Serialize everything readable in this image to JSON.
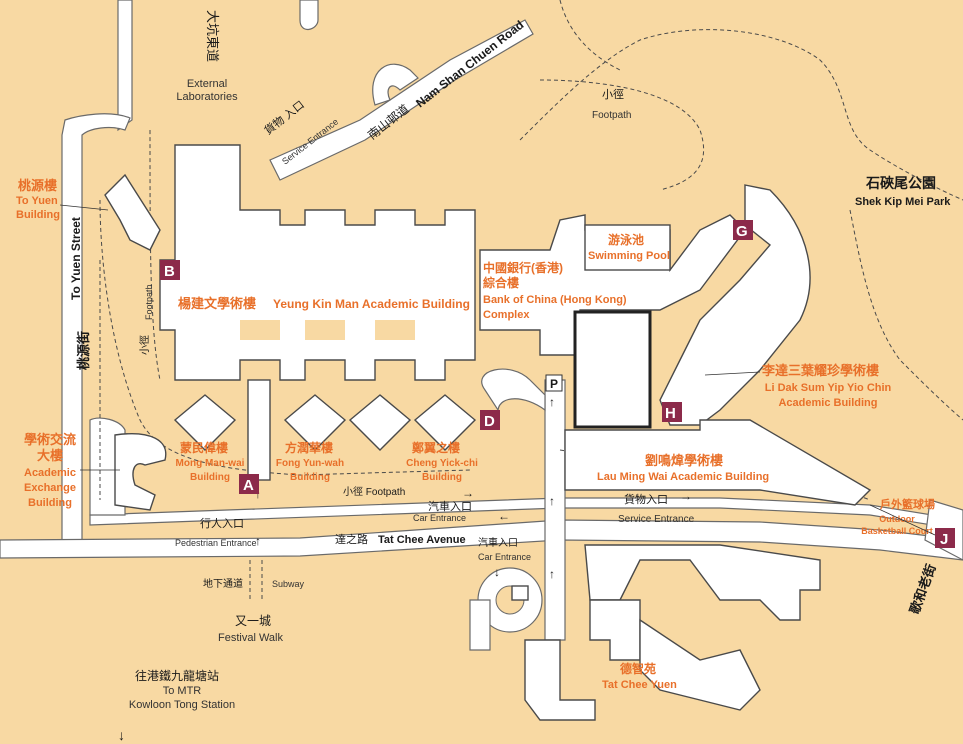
{
  "labels": {
    "tai_hang_tung_road": "大坑東道",
    "nam_shan_chuen_road_zh": "南山邨道",
    "nam_shan_chuen_road_en": "Nam Shan Chuen Road",
    "external_labs": "External\nLaboratories",
    "service_entrance_zh_top": "貨物\n入口",
    "service_entrance_en_top": "Service\nEntrance",
    "footpath_zh_top": "小徑",
    "footpath_en_top": "Footpath",
    "shek_kip_mei_park_zh": "石硤尾公園",
    "shek_kip_mei_park_en": "Shek Kip Mei Park",
    "to_yuen_building_zh": "桃源樓",
    "to_yuen_building_en": "To Yuen\nBuilding",
    "to_yuen_street_zh": "桃源街",
    "to_yuen_street_en": "To Yuen Street",
    "footpath_zh_left": "小徑",
    "footpath_en_left": "Footpath",
    "ykm_zh": "楊建文學術樓",
    "ykm_en": "Yeung Kin Man Academic Building",
    "boc_zh": "中國銀行(香港)\n綜合樓",
    "boc_en": "Bank of China (Hong Kong)\nComplex",
    "pool_zh": "游泳池",
    "pool_en": "Swimming Pool",
    "lds_zh": "李達三葉耀珍學術樓",
    "lds_en": "Li Dak Sum Yip Yio Chin\nAcademic Building",
    "aeb_zh": "學術交流\n大樓",
    "aeb_en": "Academic\nExchange\nBuilding",
    "mmw_zh": "蒙民偉樓",
    "mmw_en": "Mong Man-wai\nBuilding",
    "fyw_zh": "方潤華樓",
    "fyw_en": "Fong Yun-wah\nBuilding",
    "cyc_zh": "鄭翼之樓",
    "cyc_en": "Cheng Yick-chi\nBuilding",
    "lmw_zh": "劉鳴煒學術樓",
    "lmw_en": "Lau Ming Wai Academic Building",
    "footpath_bottom": "小徑 Footpath",
    "car_entrance_zh": "汽車入口",
    "car_entrance_en": "Car Entrance",
    "service_entrance_zh_bottom": "貨物入口",
    "service_entrance_en_bottom": "Service  Entrance",
    "ped_entrance_zh": "行人入口",
    "ped_entrance_en": "Pedestrian  Entrance",
    "tat_chee_avenue_zh": "達之路",
    "tat_chee_avenue_en": "Tat Chee Avenue",
    "car_entrance2_zh": "汽車入口",
    "car_entrance2_en": "Car  Entrance",
    "outdoor_court_zh": "戶外籃球場",
    "outdoor_court_en": "Outdoor\nBasketball Court",
    "subway_zh": "地下通道",
    "subway_en": "Subway",
    "festival_walk_zh": "又一城",
    "festival_walk_en": "Festival  Walk",
    "mtr_zh": "往港鐵九龍塘站",
    "mtr_en": "To MTR\nKowloon Tong Station",
    "tat_chee_yuen_zh": "德智苑",
    "tat_chee_yuen_en": "Tat Chee Yuen",
    "ko_wo_road": "歌和老街",
    "parking": "P"
  },
  "markers": [
    {
      "id": "A"
    },
    {
      "id": "B"
    },
    {
      "id": "D"
    },
    {
      "id": "G"
    },
    {
      "id": "H"
    },
    {
      "id": "J"
    }
  ],
  "colors": {
    "background": "#f8d9a3",
    "building": "#ffffff",
    "label_orange": "#e8702a",
    "marker": "#8c2a4a"
  }
}
